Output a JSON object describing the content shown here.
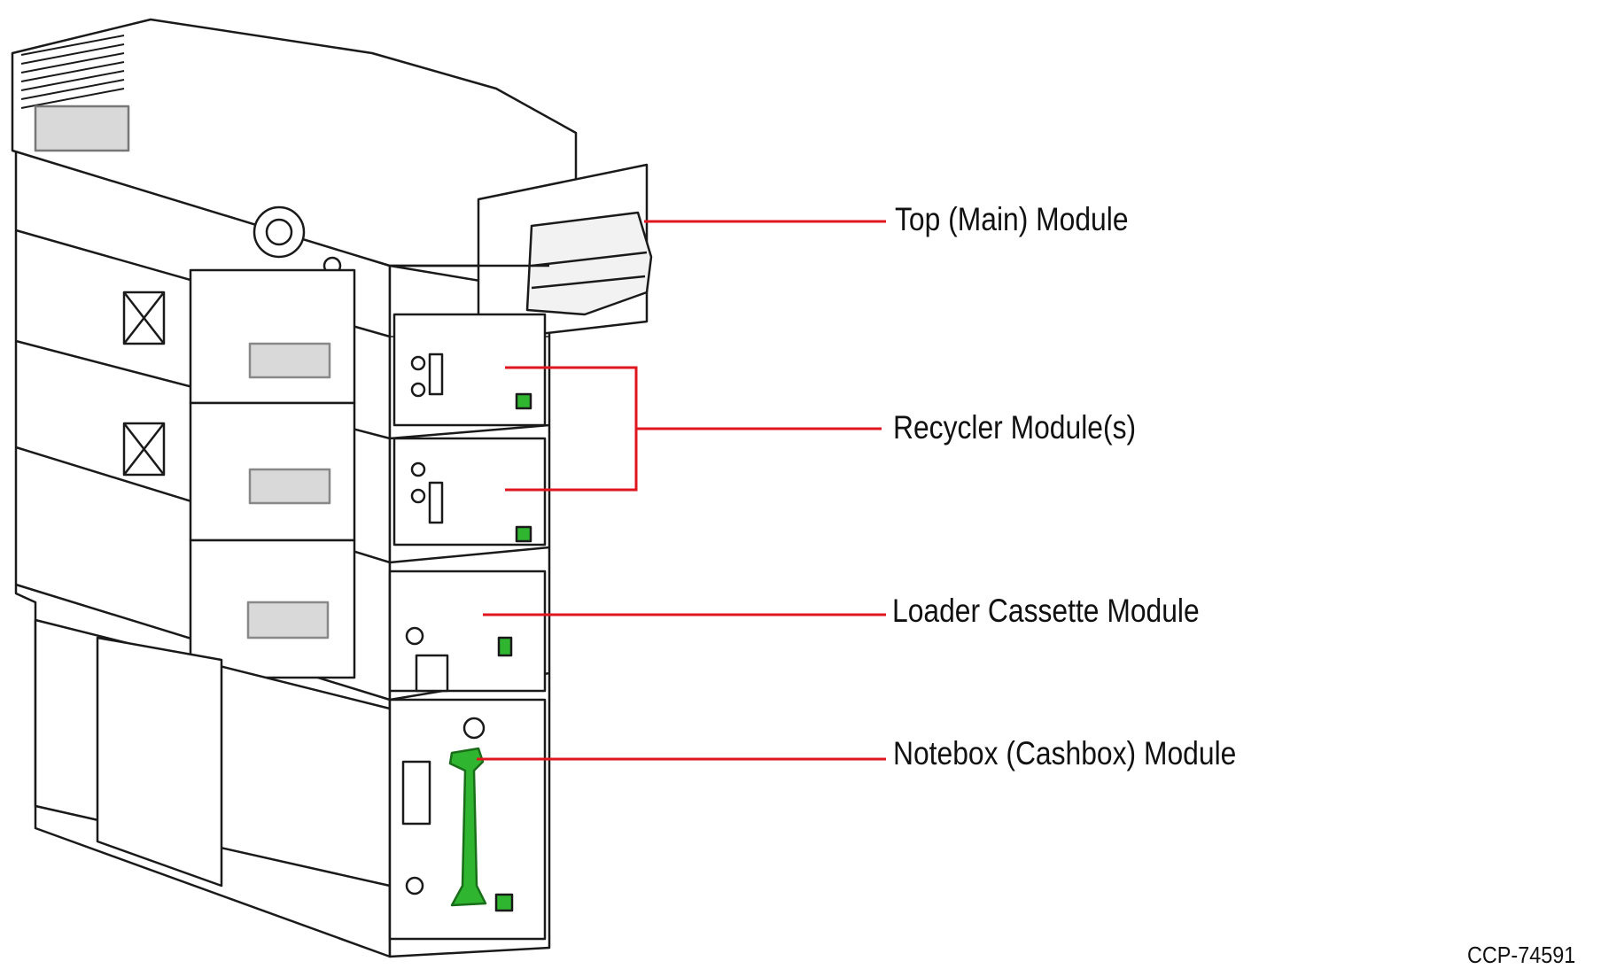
{
  "callouts": {
    "top_module": "Top (Main) Module",
    "recycler_modules": "Recycler Module(s)",
    "loader_cassette_module": "Loader Cassette Module",
    "notebox_module": "Notebox (Cashbox) Module"
  },
  "reference_code": "CCP-74591",
  "colors": {
    "leader_line": "#e0161e",
    "highlight_part": "#2fb52f",
    "outline": "#1a1a1a",
    "label_plate": "#d9d9d9"
  }
}
